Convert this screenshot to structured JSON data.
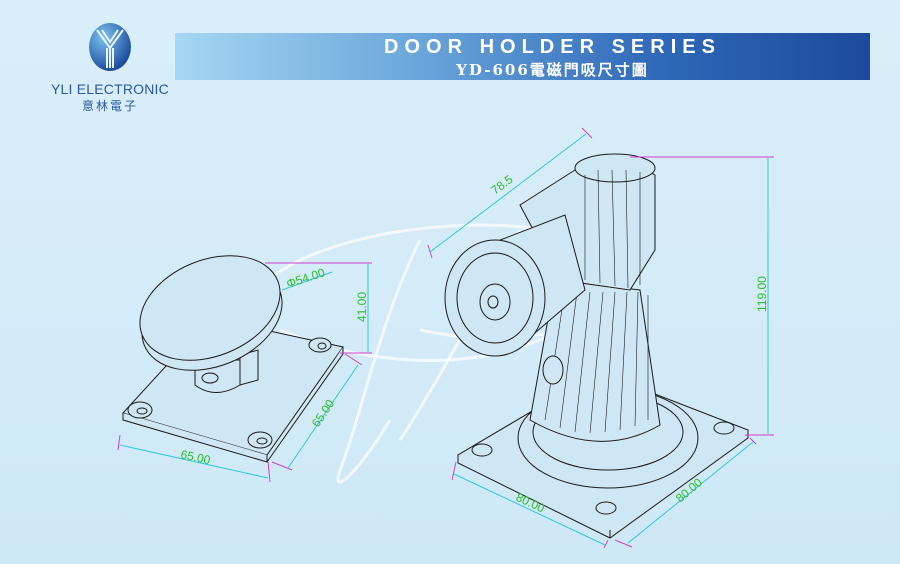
{
  "logo": {
    "name_en": "YLI ELECTRONIC",
    "name_zh": "意林電子"
  },
  "banner": {
    "title": "DOOR HOLDER SERIES",
    "subtitle": "YD-606電磁門吸尺寸圖"
  },
  "armature": {
    "diameter": "Φ54.00",
    "height": "41.00",
    "width": "65.00",
    "depth": "65.00"
  },
  "magnet": {
    "reach": "78.5",
    "height": "119.00",
    "width": "80.00",
    "depth": "80.00"
  },
  "colors": {
    "dimension_line": "#2ec8e0",
    "extension_line": "#d040c8",
    "dimension_text": "#2bbf2b",
    "banner_dark": "#1c4a9c"
  }
}
